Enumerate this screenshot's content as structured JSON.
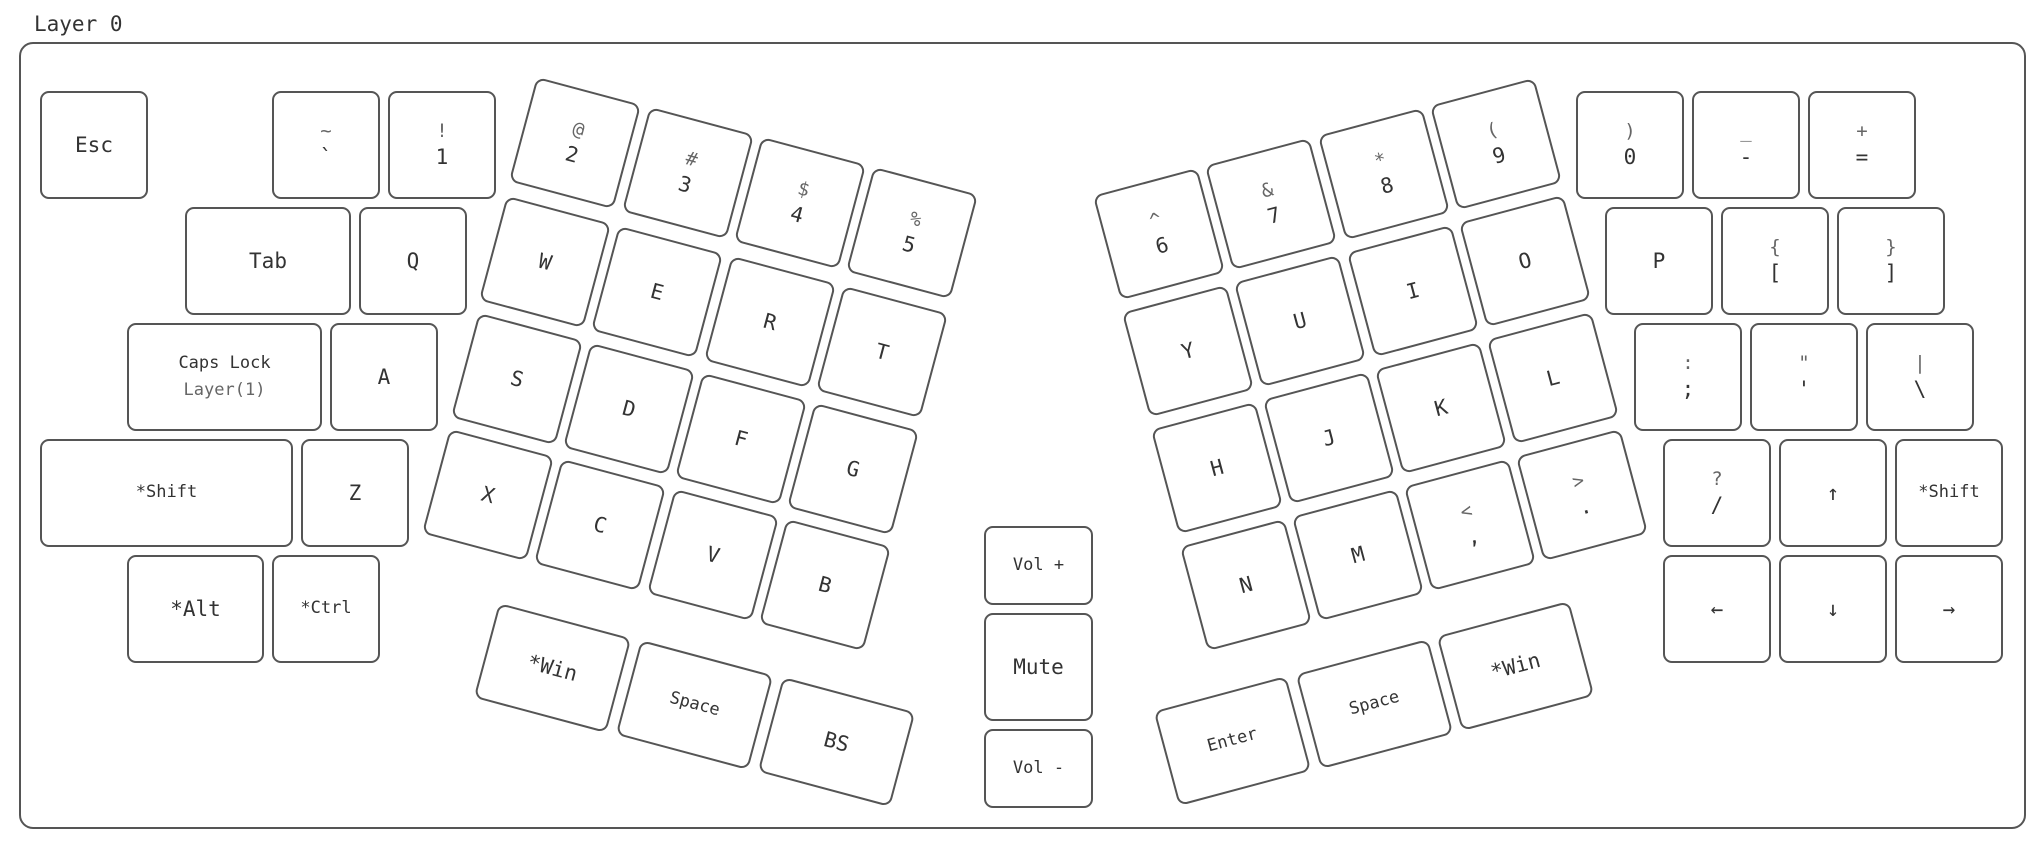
{
  "layer_title": "Layer 0",
  "keys": {
    "esc": {
      "main": "Esc"
    },
    "grave": {
      "shift": "~",
      "main": "`"
    },
    "k1": {
      "shift": "!",
      "main": "1"
    },
    "k2": {
      "shift": "@",
      "main": "2"
    },
    "k3": {
      "shift": "#",
      "main": "3"
    },
    "k4": {
      "shift": "$",
      "main": "4"
    },
    "k5": {
      "shift": "%",
      "main": "5"
    },
    "tab": {
      "main": "Tab"
    },
    "q": {
      "main": "Q"
    },
    "w": {
      "main": "W"
    },
    "e": {
      "main": "E"
    },
    "r": {
      "main": "R"
    },
    "t": {
      "main": "T"
    },
    "caps": {
      "main": "Caps Lock",
      "hold": "Layer(1)"
    },
    "a": {
      "main": "A"
    },
    "s": {
      "main": "S"
    },
    "d": {
      "main": "D"
    },
    "f": {
      "main": "F"
    },
    "g": {
      "main": "G"
    },
    "lshift": {
      "main": "*Shift"
    },
    "z": {
      "main": "Z"
    },
    "x": {
      "main": "X"
    },
    "c": {
      "main": "C"
    },
    "v": {
      "main": "V"
    },
    "b": {
      "main": "B"
    },
    "lalt": {
      "main": "*Alt"
    },
    "lctrl": {
      "main": "*Ctrl"
    },
    "lwin": {
      "main": "*Win"
    },
    "lspace": {
      "main": "Space"
    },
    "bs": {
      "main": "BS"
    },
    "volup": {
      "main": "Vol +"
    },
    "mute": {
      "main": "Mute"
    },
    "voldown": {
      "main": "Vol -"
    },
    "k6": {
      "shift": "^",
      "main": "6"
    },
    "k7": {
      "shift": "&",
      "main": "7"
    },
    "k8": {
      "shift": "*",
      "main": "8"
    },
    "k9": {
      "shift": "(",
      "main": "9"
    },
    "k0": {
      "shift": ")",
      "main": "0"
    },
    "minus": {
      "shift": "_",
      "main": "-"
    },
    "equal": {
      "shift": "+",
      "main": "="
    },
    "y": {
      "main": "Y"
    },
    "u": {
      "main": "U"
    },
    "i": {
      "main": "I"
    },
    "o": {
      "main": "O"
    },
    "p": {
      "main": "P"
    },
    "lbracket": {
      "shift": "{",
      "main": "["
    },
    "rbracket": {
      "shift": "}",
      "main": "]"
    },
    "h": {
      "main": "H"
    },
    "j": {
      "main": "J"
    },
    "k": {
      "main": "K"
    },
    "l": {
      "main": "L"
    },
    "semicolon": {
      "shift": ":",
      "main": ";"
    },
    "quote": {
      "shift": "\"",
      "main": "'"
    },
    "backslash": {
      "shift": "|",
      "main": "\\"
    },
    "n": {
      "main": "N"
    },
    "m": {
      "main": "M"
    },
    "comma": {
      "shift": "<",
      "main": ","
    },
    "period": {
      "shift": ">",
      "main": "."
    },
    "slash": {
      "shift": "?",
      "main": "/"
    },
    "up": {
      "main": "↑"
    },
    "rshift": {
      "main": "*Shift"
    },
    "left": {
      "main": "←"
    },
    "down": {
      "main": "↓"
    },
    "right": {
      "main": "→"
    },
    "enter": {
      "main": "Enter"
    },
    "rspace": {
      "main": "Space"
    },
    "rwin": {
      "main": "*Win"
    }
  }
}
